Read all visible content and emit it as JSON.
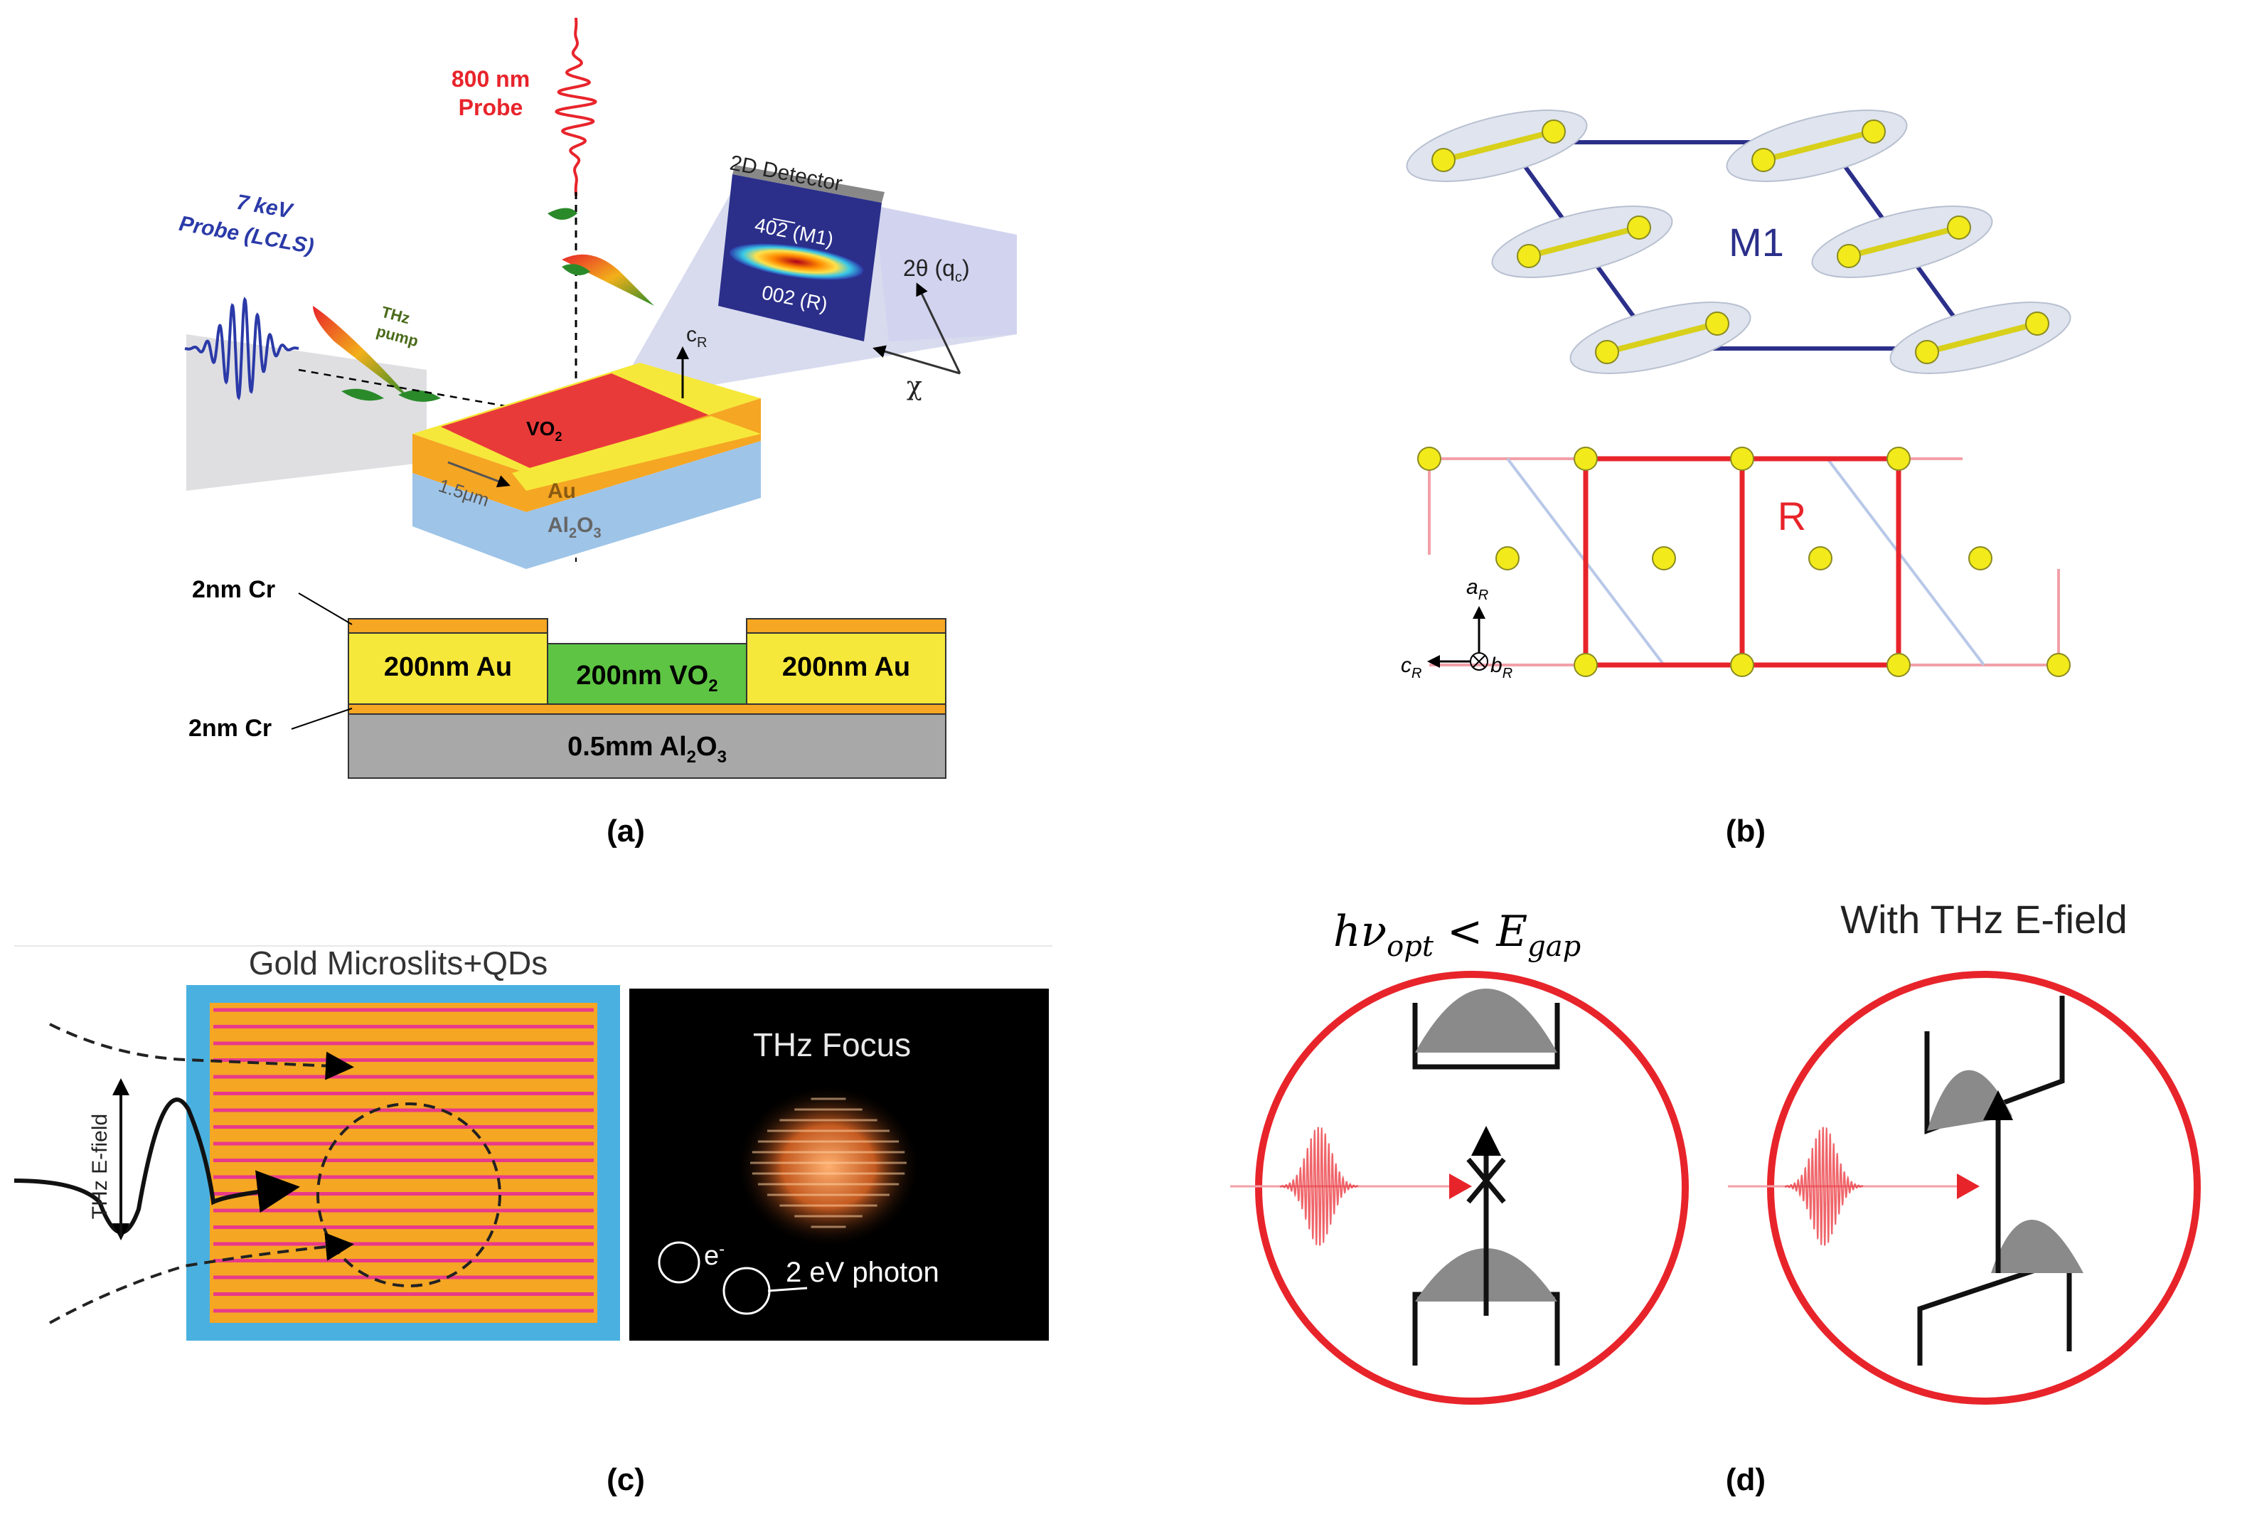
{
  "panel_a": {
    "caption": "(a)",
    "probe_800": [
      "800 nm",
      "Probe"
    ],
    "probe_7kev": [
      "7 keV",
      "Probe (LCLS)"
    ],
    "thz_pump": [
      "THz",
      "pump"
    ],
    "detector_title": "2D Detector",
    "detector_m1": "40̅2̅ (M1)",
    "detector_r": "002 (R)",
    "two_theta": "2θ (q",
    "two_theta_sub": "c",
    "two_theta_close": ")",
    "chi": "χ",
    "c_axis": "c",
    "c_axis_sub": "R",
    "vo2": "VO",
    "vo2_sub": "2",
    "gap_width": "1.5μm",
    "au": "Au",
    "al2o3": "Al",
    "al2o3_sub": "2",
    "al2o3_o": "O",
    "al2o3_sub2": "3",
    "cr_top": "2nm Cr",
    "cr_bottom": "2nm Cr",
    "au_left": "200nm Au",
    "au_right": "200nm Au",
    "vo2_layer": "200nm VO",
    "vo2_layer_sub": "2",
    "substrate": "0.5mm Al",
    "substrate_sub": "2",
    "substrate_o": "O",
    "substrate_sub2": "3"
  },
  "panel_b": {
    "caption": "(b)",
    "m1_label": "M1",
    "r_label": "R",
    "axis_a": "a",
    "axis_a_sub": "R",
    "axis_c": "c",
    "axis_c_sub": "R",
    "axis_b": "b",
    "axis_b_sub": "R"
  },
  "panel_c": {
    "caption": "(c)",
    "title": "Gold Microslits+QDs",
    "efield": "THz E-field",
    "focus": "THz Focus",
    "electron": "e",
    "electron_sup": "-",
    "photon": "2 eV photon"
  },
  "panel_d": {
    "caption": "(d)",
    "left_h": "h",
    "left_nu": "ν",
    "left_sub": "opt",
    "left_lt": " < ",
    "left_E": "E",
    "left_gap": "gap",
    "right_title": "With THz E-field"
  },
  "colors": {
    "red": "#e8242b",
    "blue": "#2b2f8a",
    "yellow": "#f2ea1a",
    "gold": "#f5a623",
    "green": "#5ec443",
    "gray": "#a8a8a8"
  }
}
